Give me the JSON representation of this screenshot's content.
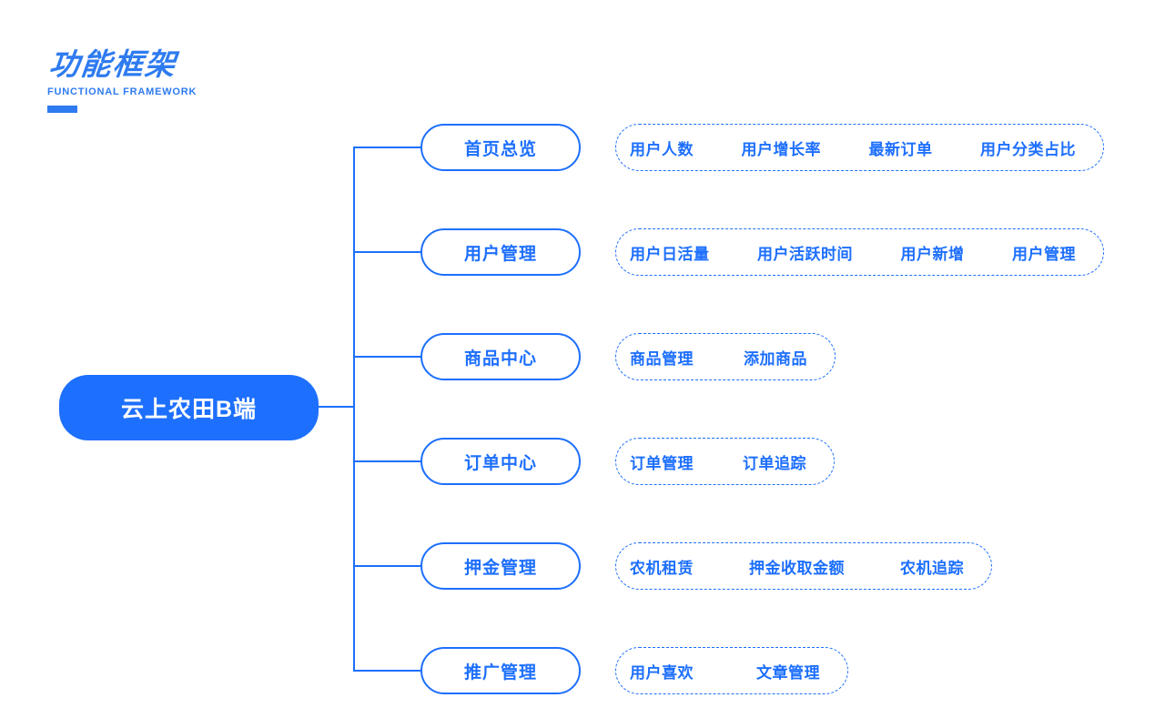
{
  "colors": {
    "accent": "#1D6FFD",
    "title_accent": "#2E7BF0",
    "root_fill": "#1D6FFD",
    "root_text": "#FFFFFF",
    "background": "#FFFFFF"
  },
  "title": {
    "main": "功能框架",
    "subtitle": "FUNCTIONAL FRAMEWORK"
  },
  "root": {
    "label": "云上农田B端"
  },
  "branches": [
    {
      "label": "首页总览",
      "children": [
        "用户人数",
        "用户增长率",
        "最新订单",
        "用户分类占比"
      ]
    },
    {
      "label": "用户管理",
      "children": [
        "用户日活量",
        "用户活跃时间",
        "用户新增",
        "用户管理"
      ]
    },
    {
      "label": "商品中心",
      "children": [
        "商品管理",
        "添加商品"
      ]
    },
    {
      "label": "订单中心",
      "children": [
        "订单管理",
        "订单追踪"
      ]
    },
    {
      "label": "押金管理",
      "children": [
        "农机租赁",
        "押金收取金额",
        "农机追踪"
      ]
    },
    {
      "label": "推广管理",
      "children": [
        "用户喜欢",
        "文章管理"
      ]
    }
  ]
}
